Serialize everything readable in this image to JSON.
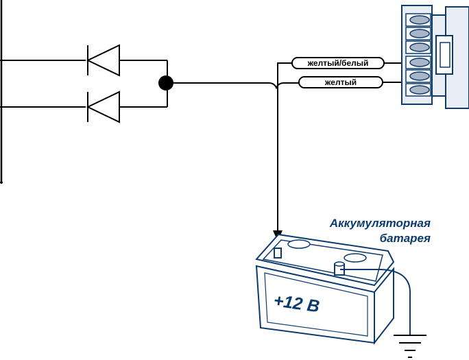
{
  "connector": {
    "wires": [
      {
        "label": "желтый/белый"
      },
      {
        "label": "желтый"
      }
    ]
  },
  "battery": {
    "title_line1": "Аккумуляторная",
    "title_line2": "батарея",
    "voltage": "+12 В"
  },
  "colors": {
    "ink": "#000000",
    "battery_outline": "#0b3b6e",
    "connector_fill": "#e9eef5",
    "terminal_fill": "#a9b6c6"
  },
  "icons": [
    "diode-icon",
    "junction-dot-icon",
    "ground-icon",
    "battery-icon",
    "connector-block-icon"
  ]
}
